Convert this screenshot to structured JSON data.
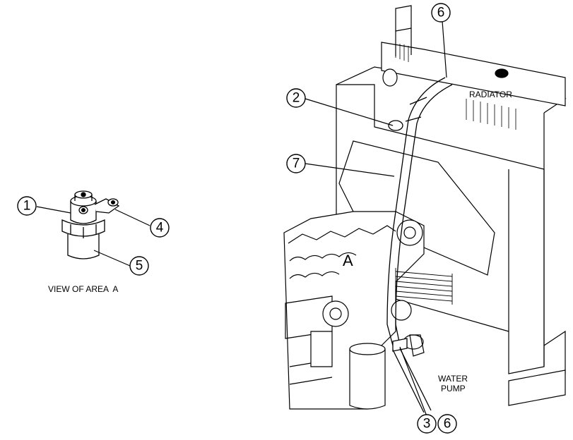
{
  "callouts": {
    "c1": "1",
    "c2": "2",
    "c3": "3",
    "c4": "4",
    "c5": "5",
    "c6_top": "6",
    "c6_bottom": "6",
    "c7": "7"
  },
  "labels": {
    "radiator": "RADIATOR",
    "water_pump_line1": "WATER",
    "water_pump_line2": "PUMP",
    "area_marker": "A"
  },
  "caption": "VIEW OF AREA  A"
}
